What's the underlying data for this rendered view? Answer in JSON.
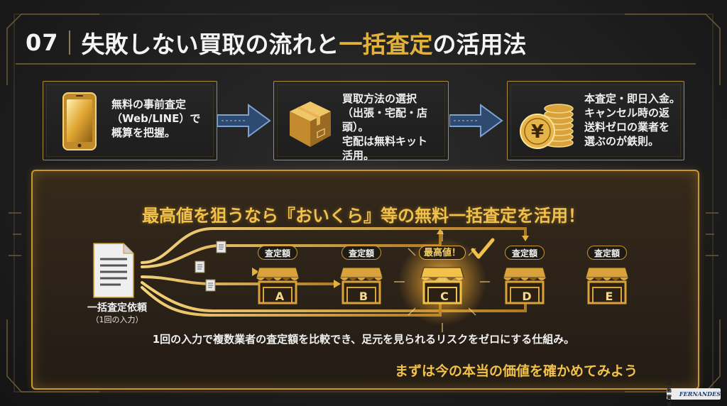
{
  "title": {
    "number": "07",
    "text_before": "失敗しない買取の流れと",
    "text_highlight": "一括査定",
    "text_after": "の活用法"
  },
  "steps": [
    {
      "icon": "smartphone-icon",
      "text": "無料の事前査定\n（Web/LINE）で\n概算を把握。"
    },
    {
      "icon": "cardboard-box-icon",
      "text": "買取方法の選択\n（出張・宅配・店頭）。\n宅配は無料キット\n活用。"
    },
    {
      "icon": "yen-coins-icon",
      "text": "本査定・即日入金。\nキャンセル時の返\n送料ゼロの業者を\n選ぶのが鉄則。"
    }
  ],
  "panel": {
    "heading": "最高値を狙うなら『おいくら』等の無料一括査定を活用！",
    "request_label": "一括査定依頼",
    "request_sub": "（1回の入力）",
    "stores": [
      {
        "letter": "A",
        "badge": "査定額",
        "best": false
      },
      {
        "letter": "B",
        "badge": "査定額",
        "best": false
      },
      {
        "letter": "C",
        "badge": "最高値！",
        "best": true
      },
      {
        "letter": "D",
        "badge": "査定額",
        "best": false
      },
      {
        "letter": "E",
        "badge": "査定額",
        "best": false
      }
    ],
    "footnote": "1回の入力で複数業者の査定額を比較でき、足元を見られるリスクをゼロにする仕組み。",
    "cta": "まずは今の本当の価値を確かめてみよう"
  },
  "brand": {
    "text_a": "圓藝實業",
    "text_b": "FERNANDES"
  },
  "colors": {
    "gold": "#e2b23c",
    "gold_dark": "#b08a3a",
    "background": "#1e1e1e",
    "arrow_blue": "#5f86b8"
  }
}
